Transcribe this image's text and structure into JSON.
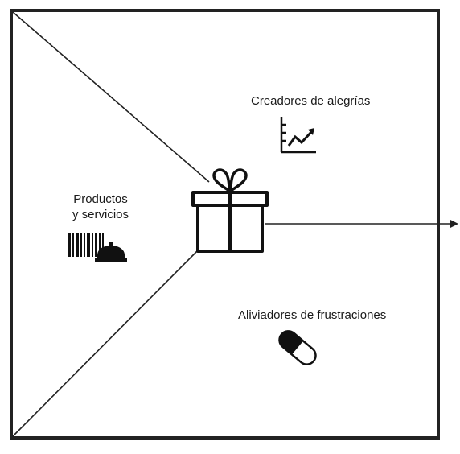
{
  "canvas": {
    "sections": [
      {
        "id": "gain-creators",
        "label": "Creadores de alegrías",
        "icon": "trend-chart-icon"
      },
      {
        "id": "products-services",
        "label_lines": [
          "Productos",
          "y servicios"
        ],
        "icon": "barcode-service-bell-icon"
      },
      {
        "id": "pain-relievers",
        "label": "Aliviadores de frustraciones",
        "icon": "pill-icon"
      }
    ],
    "center_icon": "gift-icon",
    "colors": {
      "stroke": "#1a1a1a",
      "background": "#ffffff"
    }
  }
}
